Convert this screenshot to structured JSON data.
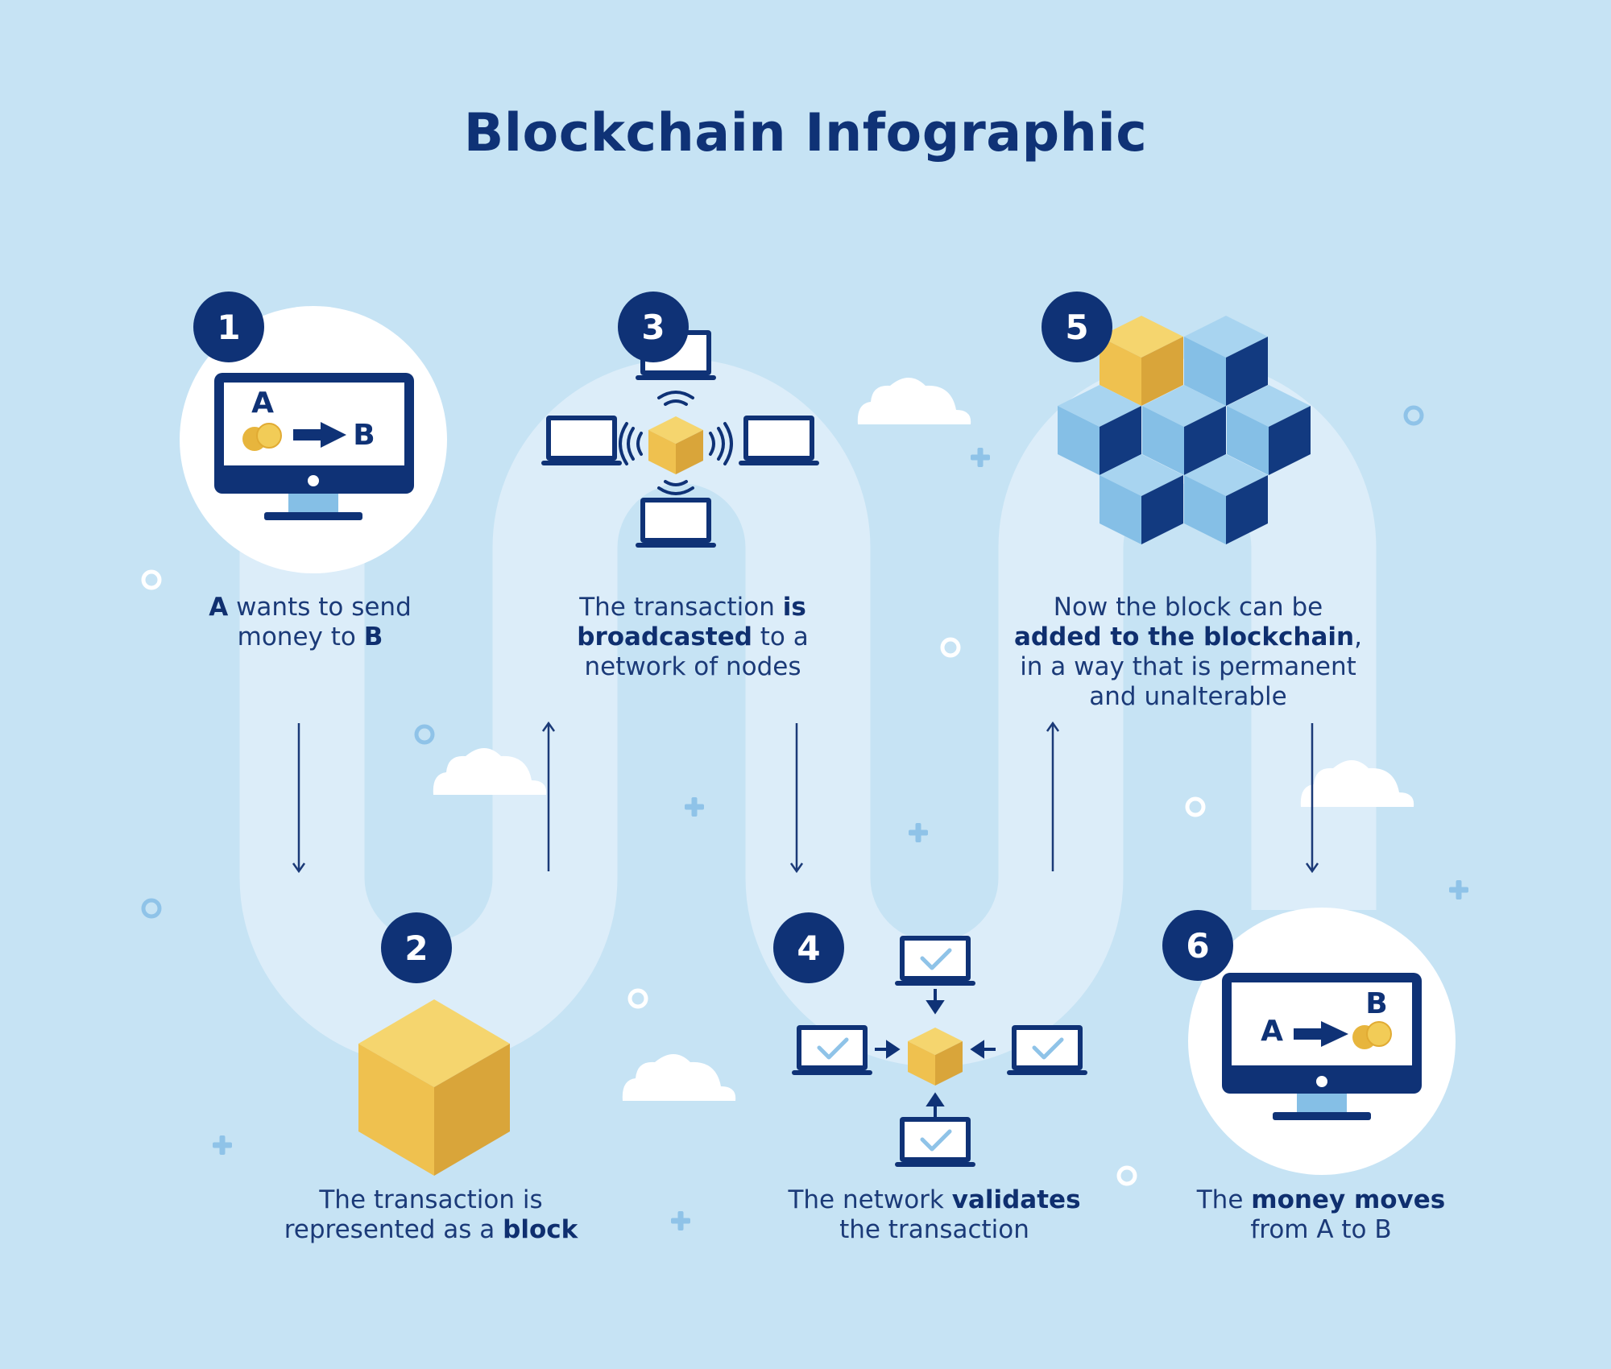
{
  "title": "Blockchain Infographic",
  "colors": {
    "background": "#c6e3f4",
    "path": "#dcedf9",
    "navy": "#0f3276",
    "gold": "#f2cc57",
    "light_blue": "#85bfe6",
    "white": "#ffffff"
  },
  "steps": [
    {
      "number": "1",
      "icon": "monitor-send-icon",
      "caption": [
        {
          "text": "A",
          "bold": true
        },
        {
          "text": " wants to send\n",
          "bold": false
        },
        {
          "text": "money to ",
          "bold": false
        },
        {
          "text": "B",
          "bold": true
        }
      ],
      "screen_from": "A",
      "screen_to": "B"
    },
    {
      "number": "2",
      "icon": "block-cube-icon",
      "caption": [
        {
          "text": "The transaction is\nrepresented as a ",
          "bold": false
        },
        {
          "text": "block",
          "bold": true
        }
      ]
    },
    {
      "number": "3",
      "icon": "network-broadcast-icon",
      "caption": [
        {
          "text": "The transaction ",
          "bold": false
        },
        {
          "text": "is\nbroadcasted",
          "bold": true
        },
        {
          "text": " to a\nnetwork of nodes",
          "bold": false
        }
      ]
    },
    {
      "number": "4",
      "icon": "network-validate-icon",
      "caption": [
        {
          "text": "The network ",
          "bold": false
        },
        {
          "text": "validates",
          "bold": true
        },
        {
          "text": "\nthe transaction",
          "bold": false
        }
      ]
    },
    {
      "number": "5",
      "icon": "blockchain-cubes-icon",
      "caption": [
        {
          "text": "Now the block can be\n",
          "bold": false
        },
        {
          "text": "added to the blockchain",
          "bold": true
        },
        {
          "text": ",\nin a way that is permanent\nand unalterable",
          "bold": false
        }
      ]
    },
    {
      "number": "6",
      "icon": "monitor-received-icon",
      "caption": [
        {
          "text": "The ",
          "bold": false
        },
        {
          "text": "money moves",
          "bold": true
        },
        {
          "text": "\nfrom A to B",
          "bold": false
        }
      ],
      "screen_from": "A",
      "screen_to": "B"
    }
  ],
  "arrows": [
    "down",
    "up",
    "down",
    "up",
    "down"
  ]
}
